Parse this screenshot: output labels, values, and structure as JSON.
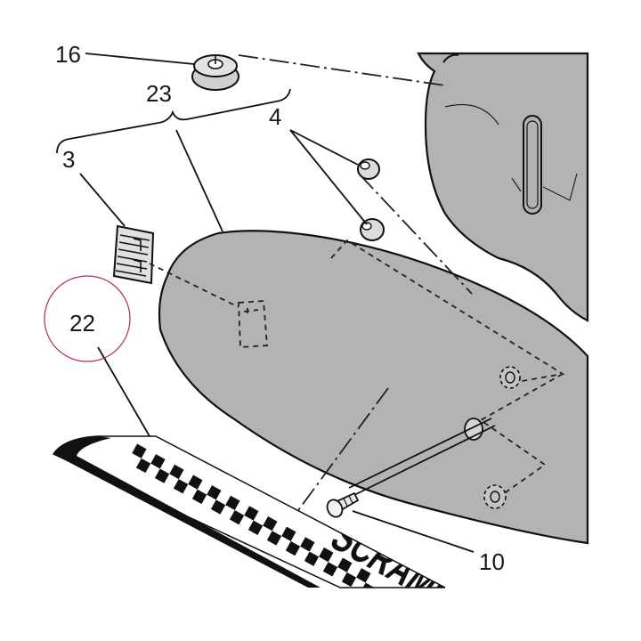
{
  "diagram": {
    "callouts": {
      "c16": "16",
      "c23": "23",
      "c4": "4",
      "c3": "3",
      "c22": "22",
      "c10": "10"
    },
    "decal_text": "SCRAMBL"
  }
}
